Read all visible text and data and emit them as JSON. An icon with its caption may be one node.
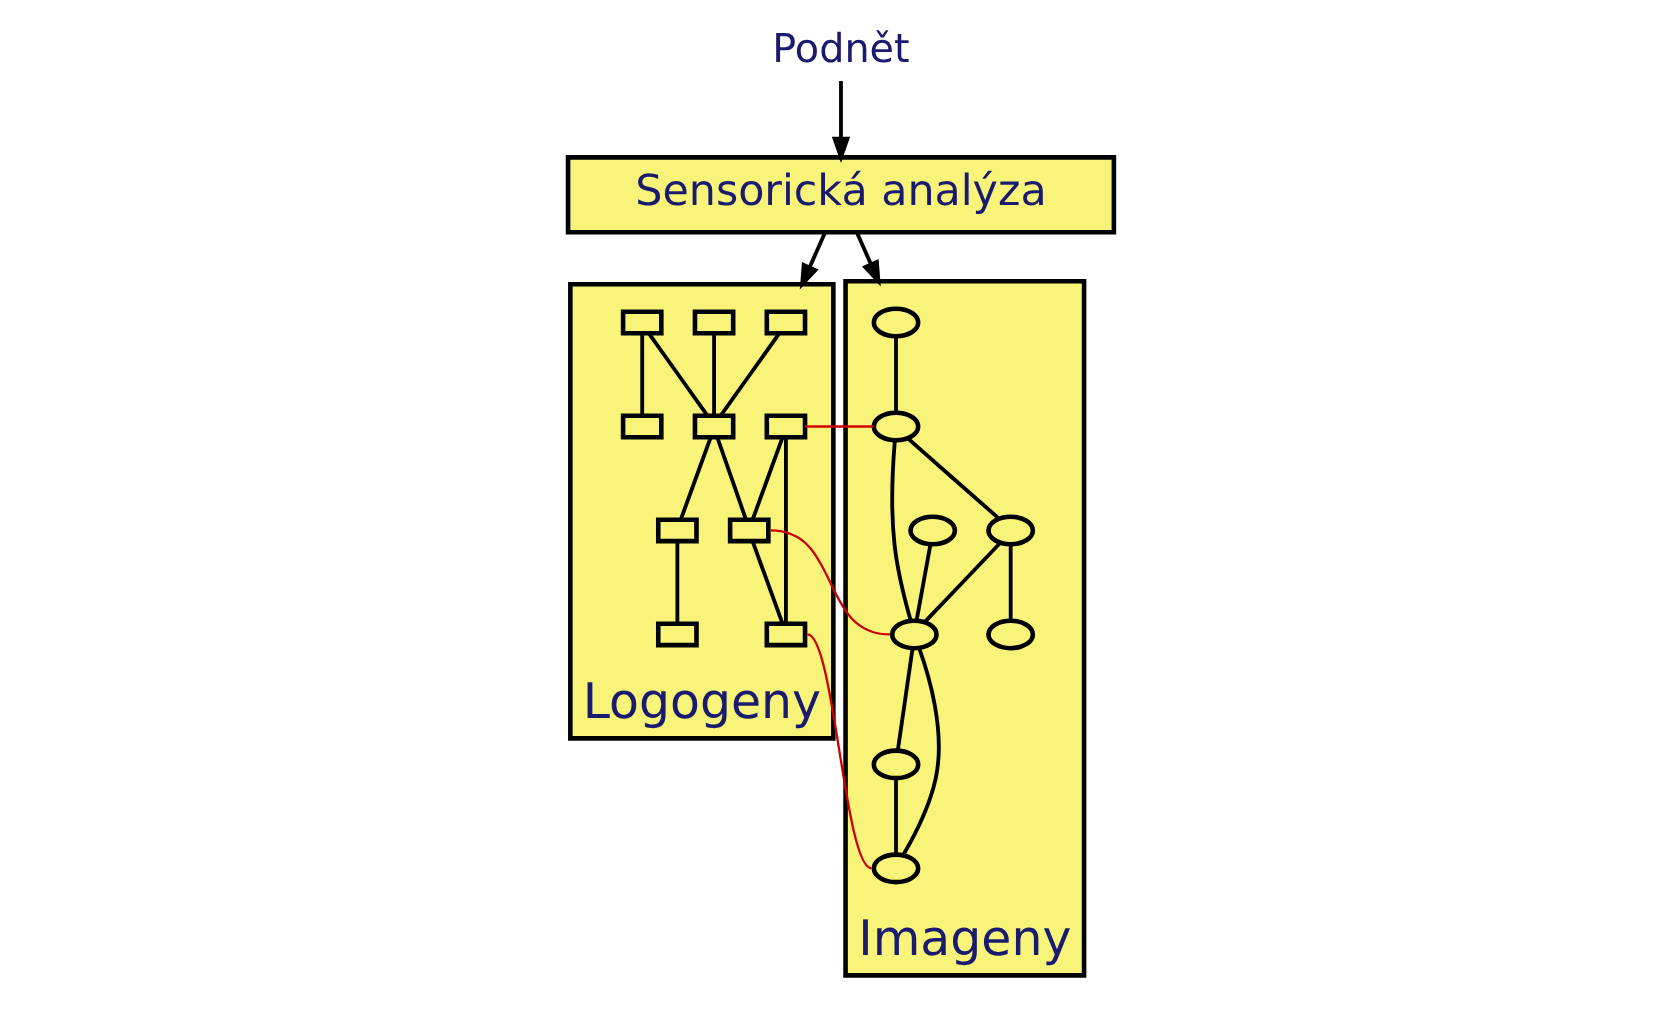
{
  "diagram": {
    "nodes": [
      {
        "text": [
          "Podnět"
        ]
      },
      {
        "text": [
          "Sensorická analýza"
        ]
      },
      {
        "text": [
          "Logogeny"
        ]
      },
      {
        "text": [],
        "shape": "box",
        "in": 2
      },
      {
        "text": [],
        "shape": "box",
        "in": 2
      },
      {
        "text": [],
        "shape": "box",
        "in": 2
      },
      {
        "text": [],
        "shape": "box",
        "in": 2
      },
      {
        "text": [],
        "shape": "box",
        "in": 2
      },
      {
        "text": [],
        "shape": "box",
        "in": 2
      },
      {
        "text": [],
        "shape": "box",
        "in": 2
      },
      {
        "text": [],
        "shape": "box",
        "in": 2
      },
      {
        "text": [],
        "shape": "box",
        "in": 2
      },
      {
        "text": [],
        "shape": "box",
        "in": 2
      },
      {
        "text": [
          "Imageny"
        ]
      },
      {
        "text": [],
        "shape": "ellipse",
        "in": 13
      },
      {
        "text": [],
        "shape": "ellipse",
        "in": 13
      },
      {
        "text": [],
        "shape": "ellipse",
        "in": 13
      },
      {
        "text": [],
        "shape": "ellipse",
        "in": 13
      },
      {
        "text": [],
        "shape": "ellipse",
        "in": 13
      },
      {
        "text": [],
        "shape": "ellipse",
        "in": 13
      },
      {
        "text": [],
        "shape": "ellipse",
        "in": 13
      },
      {
        "text": [],
        "shape": "ellipse",
        "in": 13
      }
    ],
    "edges": [
      {
        "from": 0,
        "to": 1,
        "arrow": "to"
      },
      {
        "from": 1,
        "to": 2,
        "arrow": "to"
      },
      {
        "from": 1,
        "to": 13,
        "arrow": "to"
      },
      {
        "from": 6,
        "to": 7,
        "arrow": "none"
      },
      {
        "from": 6,
        "to": 8,
        "arrow": "none"
      },
      {
        "from": 3,
        "to": 7,
        "arrow": "none"
      },
      {
        "from": 4,
        "to": 7,
        "arrow": "none"
      },
      {
        "from": 7,
        "to": 9,
        "arrow": "none"
      },
      {
        "from": 7,
        "to": 11,
        "arrow": "none"
      },
      {
        "from": 11,
        "to": 12,
        "arrow": "none"
      },
      {
        "from": 5,
        "to": 9,
        "arrow": "none"
      },
      {
        "from": 5,
        "to": 10,
        "arrow": "none"
      },
      {
        "from": 9,
        "to": 10,
        "arrow": "none"
      },
      {
        "from": 14,
        "to": 17,
        "arrow": "none"
      },
      {
        "from": 15,
        "to": 18,
        "arrow": "none"
      },
      {
        "from": 17,
        "to": 18,
        "arrow": "none"
      },
      {
        "from": 17,
        "to": 19,
        "arrow": "none"
      },
      {
        "from": 19,
        "to": 18,
        "arrow": "none"
      },
      {
        "from": 18,
        "to": 16,
        "arrow": "none"
      },
      {
        "from": 18,
        "to": 20,
        "arrow": "none"
      },
      {
        "from": 16,
        "to": 20,
        "arrow": "none"
      },
      {
        "from": 19,
        "to": 21,
        "arrow": "none"
      },
      {
        "from": 5,
        "to": 17,
        "arrow": "none",
        "color": "#cc0000"
      },
      {
        "from": 9,
        "to": 18,
        "arrow": "none",
        "color": "#cc0000"
      },
      {
        "from": 10,
        "to": 20,
        "arrow": "none",
        "color": "#cc0000"
      }
    ]
  }
}
